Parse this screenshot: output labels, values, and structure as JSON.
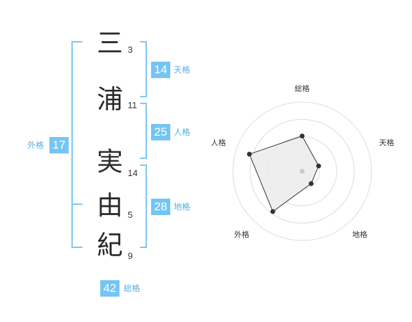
{
  "name": {
    "chars": [
      {
        "char": "三",
        "strokes": "3"
      },
      {
        "char": "浦",
        "strokes": "11"
      },
      {
        "char": "実",
        "strokes": "14"
      },
      {
        "char": "由",
        "strokes": "5"
      },
      {
        "char": "紀",
        "strokes": "9"
      }
    ]
  },
  "fortune": {
    "tenkaku": {
      "value": "14",
      "label": "天格"
    },
    "jinkaku": {
      "value": "25",
      "label": "人格"
    },
    "chikaku": {
      "value": "28",
      "label": "地格"
    },
    "gaikaku": {
      "value": "17",
      "label": "外格"
    },
    "soukaku": {
      "value": "42",
      "label": "総格"
    }
  },
  "colors": {
    "accent": "#74c5f3",
    "bracket": "#7cc6f2",
    "label": "#5aaee0"
  },
  "chart_data": {
    "type": "radar",
    "axes": [
      "総格",
      "天格",
      "地格",
      "外格",
      "人格"
    ],
    "values": [
      0.51,
      0.25,
      0.22,
      0.72,
      0.8
    ],
    "rings": 4
  }
}
